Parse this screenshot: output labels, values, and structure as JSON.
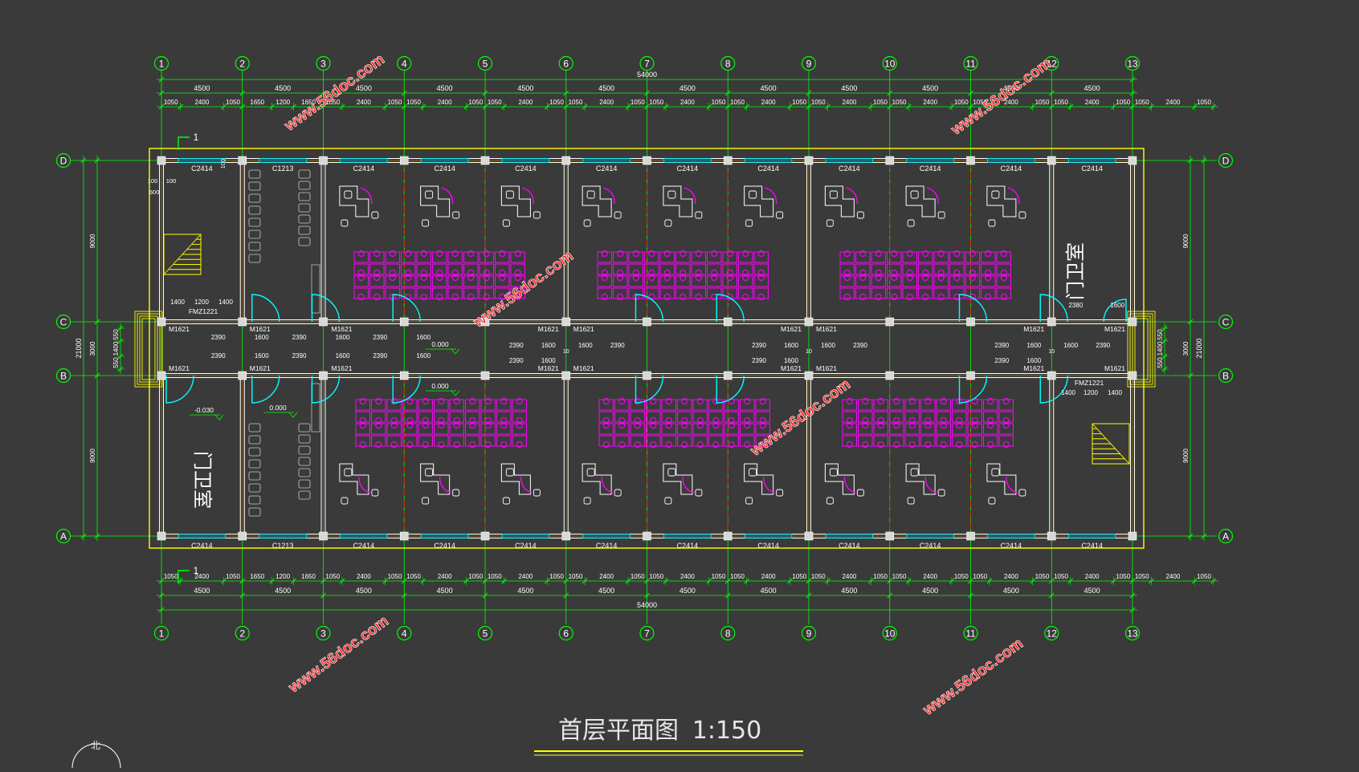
{
  "drawing": {
    "title": "首层平面图",
    "scale": "1:150",
    "north_label": "北",
    "watermark": "www.56doc.com"
  },
  "axes": {
    "columns": [
      "1",
      "2",
      "3",
      "4",
      "5",
      "6",
      "7",
      "8",
      "9",
      "10",
      "11",
      "12",
      "13"
    ],
    "rows": [
      "D",
      "C",
      "B",
      "A"
    ]
  },
  "dimensions": {
    "total_width": "54000",
    "bay_width": "4500",
    "bays": [
      "4500",
      "4500",
      "4500",
      "4500",
      "4500",
      "4500",
      "4500",
      "4500",
      "4500",
      "4500",
      "4500",
      "4500"
    ],
    "top_detail": [
      "1050",
      "2400",
      "1050",
      "1650",
      "1200",
      "1650",
      "1050",
      "2400",
      "1050",
      "1050",
      "2400",
      "1050",
      "1050",
      "2400",
      "1050",
      "1050",
      "2400",
      "1050",
      "1050",
      "2400",
      "1050",
      "1050",
      "2400",
      "1050",
      "1050",
      "2400",
      "1050",
      "1050",
      "2400",
      "1050",
      "1050",
      "2400",
      "1050",
      "1050",
      "2400",
      "1050",
      "1050",
      "2400",
      "1050"
    ],
    "total_depth": "21000",
    "left_depth": [
      "9000",
      "3000",
      "9000"
    ],
    "left_entry": [
      "550",
      "1400",
      "550"
    ],
    "right_entry": [
      "550",
      "1400",
      "550"
    ],
    "gap_100": "100",
    "gap_600": "600"
  },
  "windows": {
    "top": [
      "C2414",
      "C1213",
      "C2414",
      "C2414",
      "C2414",
      "C2414",
      "C2414",
      "C2414",
      "C2414",
      "C2414",
      "C2414",
      "C2414"
    ],
    "bottom": [
      "C2414",
      "C1213",
      "C2414",
      "C2414",
      "C2414",
      "C2414",
      "C2414",
      "C2414",
      "C2414",
      "C2414",
      "C2414",
      "C2414"
    ]
  },
  "doors": {
    "m1621": "M1621",
    "fmz": "FMZ1221"
  },
  "rooms": {
    "guard_room": "门卫室",
    "level_0": "0.000",
    "level_neg": "-0.030"
  },
  "corridor_dims": {
    "d2390": "2390",
    "d1600": "1600",
    "d1400": "1400",
    "d1200": "1200",
    "d2380": "2380",
    "d10": "10"
  },
  "section_mark": "1",
  "colors": {
    "background": "#3a3a3a",
    "axis_line": "#00ff00",
    "wall": "#ffffff",
    "furniture": "#ff00ff",
    "door": "#00ffff",
    "boundary": "#ffff00",
    "red_line": "#ff0000"
  }
}
